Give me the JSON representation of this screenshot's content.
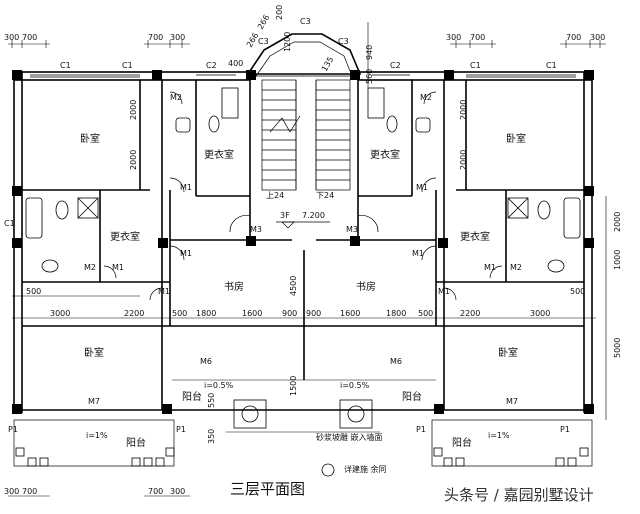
{
  "drawing": {
    "title": "三层平面图",
    "watermark": "头条号 / 嘉园别墅设计",
    "level_mark": "3F",
    "level_value": "7.200",
    "note_drain": "砂浆坡雕 嵌入墙面",
    "note_ref": "详建施 余同",
    "slope_left": "i=0.5%",
    "slope_right": "i=0.5%",
    "slope_bl": "i=1%",
    "slope_br": "i=1%"
  },
  "rooms": {
    "bedroom_tl": "卧室",
    "bedroom_tr": "卧室",
    "bedroom_bl": "卧室",
    "bedroom_br": "卧室",
    "closet_tl": "更衣室",
    "closet_tr": "更衣室",
    "closet_ml": "更衣室",
    "closet_mr": "更衣室",
    "study_l": "书房",
    "study_r": "书房",
    "balcony_cl": "阳台",
    "balcony_cr": "阳台",
    "balcony_bl": "阳台",
    "balcony_br": "阳台"
  },
  "stairs": {
    "up": "上24",
    "down": "下24"
  },
  "labels": {
    "c1": "C1",
    "c2": "C2",
    "c3": "C3",
    "m1": "M1",
    "m2": "M2",
    "m3": "M3",
    "m6": "M6",
    "m7": "M7",
    "p1": "P1"
  },
  "dims": {
    "top_300": "300",
    "top_700": "700",
    "top_400": "400",
    "top_560": "560",
    "top_200": "200",
    "top_266": "266",
    "top_940": "940",
    "top_135": "135",
    "top_1200": "1200",
    "v_2000": "2000",
    "v_1000": "1000",
    "v_5000": "5000",
    "v_4500": "4500",
    "v_1500": "1500",
    "v_550": "550",
    "v_350": "350",
    "h_3000": "3000",
    "h_2200": "2200",
    "h_500": "500",
    "h_1800": "1800",
    "h_1600": "1600",
    "h_900": "900"
  }
}
